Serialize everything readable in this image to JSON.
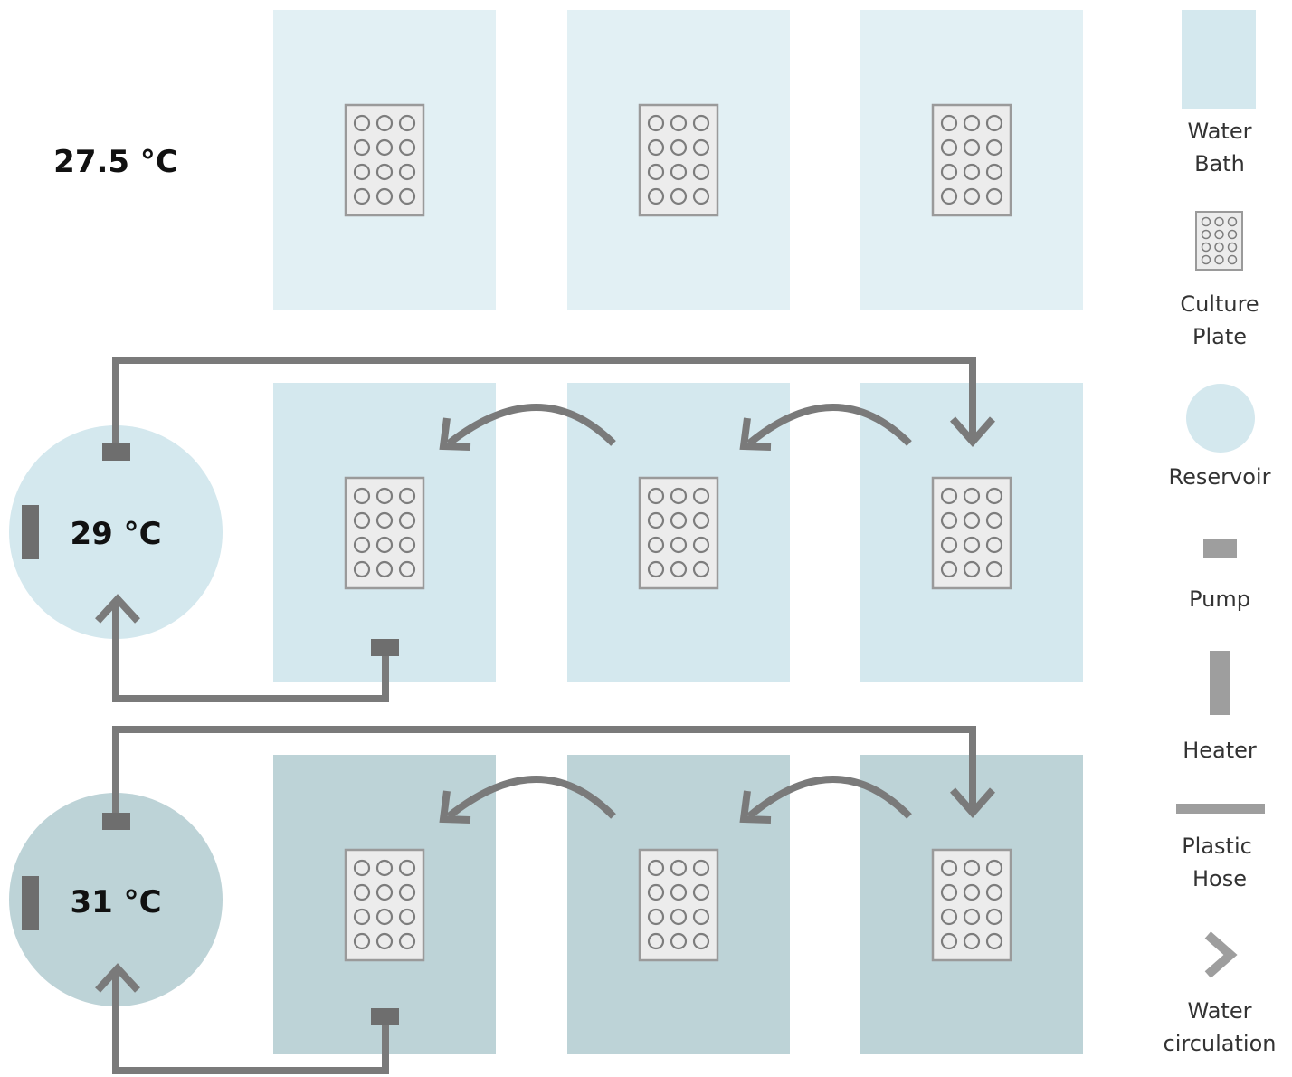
{
  "rows": [
    {
      "temperature": "27.5 °C",
      "bath_color": "#e2f0f4"
    },
    {
      "temperature": "29 °C",
      "bath_color": "#d4e8ee",
      "reservoir_color": "#d4e8ee"
    },
    {
      "temperature": "31 °C",
      "bath_color": "#bdd3d7",
      "reservoir_color": "#bdd3d7"
    }
  ],
  "colors": {
    "hose": "#7a7a7a",
    "pump": "#6e6e6e",
    "plate_fill": "#ececec",
    "plate_stroke": "#9a9a9a",
    "legend_gray": "#9e9e9e"
  },
  "legend": {
    "water_bath": {
      "line1": "Water",
      "line2": "Bath",
      "icon": "water-bath-swatch"
    },
    "culture_plate": {
      "line1": "Culture",
      "line2": "Plate",
      "icon": "culture-plate-icon"
    },
    "reservoir": {
      "line1": "Reservoir",
      "icon": "reservoir-circle"
    },
    "pump": {
      "line1": "Pump",
      "icon": "pump-rect"
    },
    "heater": {
      "line1": "Heater",
      "icon": "heater-bar"
    },
    "plastic_hose": {
      "line1": "Plastic",
      "line2": "Hose",
      "icon": "hose-line"
    },
    "water_circulation": {
      "line1": "Water",
      "line2": "circulation",
      "icon": "chevron-right-icon"
    }
  }
}
